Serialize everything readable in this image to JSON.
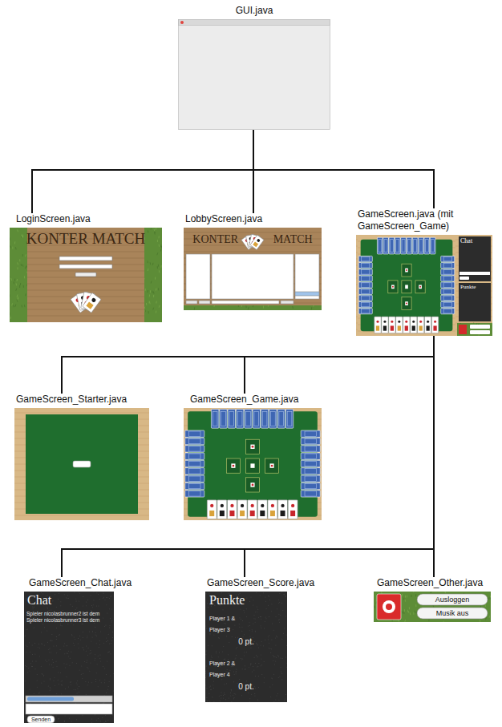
{
  "diagram": {
    "nodes": [
      {
        "text": [
          "GUI.java"
        ]
      },
      {
        "text": [
          "LoginScreen.java",
          "KONTER MATCH"
        ]
      },
      {
        "text": [
          "LobbyScreen.java",
          "KONTER MATCH"
        ]
      },
      {
        "text": [
          "GameScreen.java (mit GameScreen_Game)",
          "Chat",
          "Punkte"
        ]
      },
      {
        "text": [
          "GameScreen_Starter.java"
        ]
      },
      {
        "text": [
          "GameScreen_Game.java"
        ]
      },
      {
        "text": [
          "GameScreen_Chat.java",
          "Chat",
          "Spieler nicolasbrunner2 ist dem",
          "Spieler nicolasbrunner3 ist dem",
          "Senden"
        ]
      },
      {
        "text": [
          "GameScreen_Score.java",
          "Punkte",
          "Player 1 &",
          "Player 3",
          "0 pt.",
          "Player 2 &",
          "Player 4",
          "0 pt."
        ]
      },
      {
        "text": [
          "GameScreen_Other.java",
          "Ausloggen",
          "Musik aus"
        ]
      }
    ],
    "edges": [
      {
        "from": 0,
        "to": 1,
        "arrow": "none"
      },
      {
        "from": 0,
        "to": 2,
        "arrow": "none"
      },
      {
        "from": 0,
        "to": 3,
        "arrow": "none"
      },
      {
        "from": 3,
        "to": 4,
        "arrow": "none"
      },
      {
        "from": 3,
        "to": 5,
        "arrow": "none"
      },
      {
        "from": 3,
        "to": 6,
        "arrow": "none"
      },
      {
        "from": 3,
        "to": 7,
        "arrow": "none"
      },
      {
        "from": 3,
        "to": 8,
        "arrow": "none"
      }
    ]
  }
}
